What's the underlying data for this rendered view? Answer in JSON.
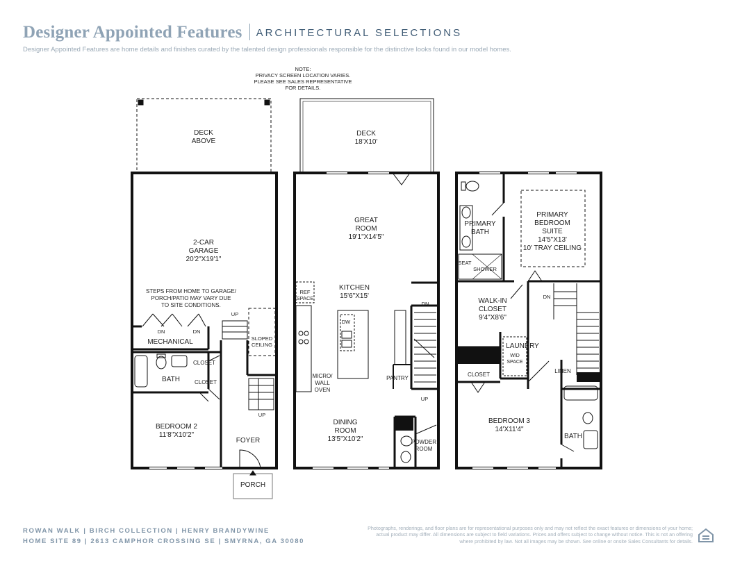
{
  "header": {
    "title": "Designer Appointed Features",
    "subtitle": "ARCHITECTURAL SELECTIONS",
    "description": "Designer Appointed Features are home details and finishes curated by the talented design professionals responsible for the distinctive looks found in our model homes."
  },
  "note": [
    "NOTE:",
    "PRIVACY SCREEN LOCATION VARIES.",
    "PLEASE SEE SALES REPRESENTATIVE",
    "FOR DETAILS."
  ],
  "floor1": {
    "deck": [
      "DECK",
      "ABOVE"
    ],
    "garage": [
      "2-CAR",
      "GARAGE",
      "20'2\"X19'1\""
    ],
    "garage_note": [
      "STEPS FROM HOME TO GARAGE/",
      "PORCH/PATIO MAY VARY DUE",
      "TO SITE CONDITIONS."
    ],
    "dn": "DN",
    "up": "UP",
    "mechanical": "MECHANICAL",
    "sloped": [
      "SLOPED",
      "CEILING"
    ],
    "closet": "CLOSET",
    "bath": "BATH",
    "bedroom": [
      "BEDROOM 2",
      "11'8\"X10'2\""
    ],
    "foyer": "FOYER",
    "porch": "PORCH"
  },
  "floor2": {
    "deck": [
      "DECK",
      "18'X10'"
    ],
    "great_room": [
      "GREAT",
      "ROOM",
      "19'1\"X14'5\""
    ],
    "ref": [
      "REF",
      "SPACE"
    ],
    "kitchen": [
      "KITCHEN",
      "15'6\"X15'"
    ],
    "dw": "DW",
    "dn": "DN",
    "micro": [
      "MICRO/",
      "WALL",
      "OVEN"
    ],
    "pantry": "PANTRY",
    "up": "UP",
    "dining": [
      "DINING",
      "ROOM",
      "13'5\"X10'2\""
    ],
    "powder": [
      "POWDER",
      "ROOM"
    ]
  },
  "floor3": {
    "primary_bath": [
      "PRIMARY",
      "BATH"
    ],
    "seat": "SEAT",
    "shower": "SHOWER",
    "primary_suite": [
      "PRIMARY",
      "BEDROOM",
      "SUITE",
      "14'5\"X13'",
      "10' TRAY CEILING"
    ],
    "dn": "DN",
    "walkin": [
      "WALK-IN",
      "CLOSET",
      "9'4\"X8'6\""
    ],
    "laundry": "LAUNDRY",
    "wd": [
      "W/D",
      "SPACE"
    ],
    "closet": "CLOSET",
    "linen": "LINEN",
    "bedroom3": [
      "BEDROOM 3",
      "14'X11'4\""
    ],
    "bath": "BATH"
  },
  "footer": {
    "line1": "ROWAN WALK  |  BIRCH COLLECTION  |  HENRY BRANDYWINE",
    "line2": "HOME SITE 89  |  2613 CAMPHOR CROSSING SE  |  SMYRNA, GA 30080",
    "disclaimer": "Photographs, renderings, and floor plans are for representational purposes only and may not reflect the exact features or dimensions of your home; actual product may differ. All dimensions are subject to field variations. Prices and offers subject to change without notice. This is not an offering where prohibited by law. Not all images may be shown. See online or onsite Sales Consultants for details."
  },
  "colors": {
    "title": "#8fa3b5",
    "subtitle": "#3f5b75",
    "footer": "#8095a8",
    "wall": "#111111"
  }
}
